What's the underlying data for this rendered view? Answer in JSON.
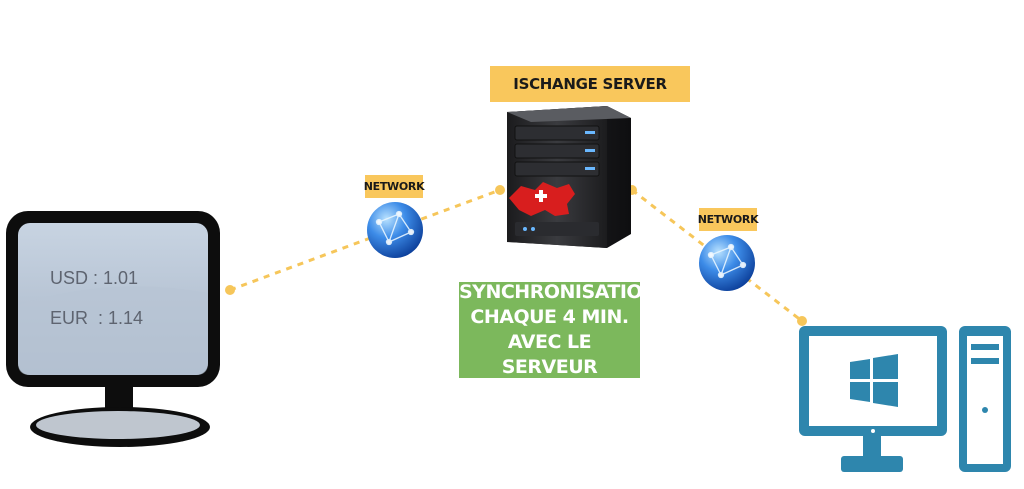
{
  "server": {
    "label": "ISCHANGE SERVER"
  },
  "network_left": {
    "label": "NETWORK"
  },
  "network_right": {
    "label": "NETWORK"
  },
  "sync": {
    "lines": [
      "SYNCHRONISATION",
      "CHAQUE 4 MIN.",
      "AVEC LE SERVEUR"
    ]
  },
  "display": {
    "line1": "USD : 1.01",
    "line2": "EUR  : 1.14"
  },
  "colors": {
    "label_bg": "#f9c75c",
    "sync_bg": "#7cb85c",
    "connector": "#f6c65a",
    "pc": "#2e86ad",
    "globe": "#2a6fd1"
  }
}
